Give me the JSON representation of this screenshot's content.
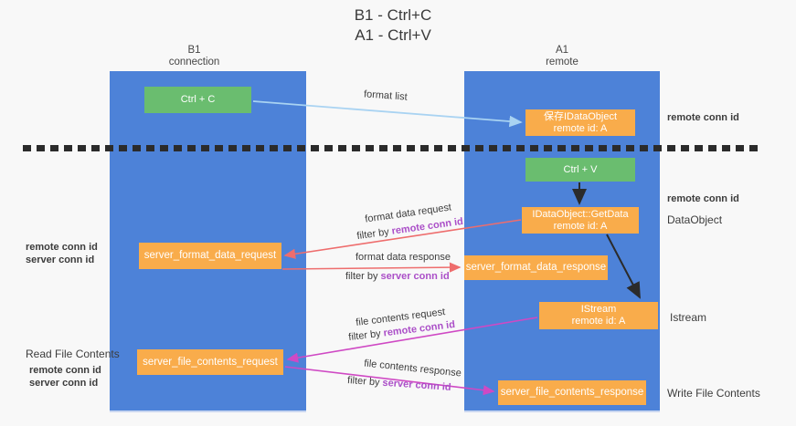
{
  "title": {
    "line1": "B1 - Ctrl+C",
    "line2": "A1 - Ctrl+V"
  },
  "columns": {
    "left": {
      "name": "B1",
      "subtitle": "connection"
    },
    "right": {
      "name": "A1",
      "subtitle": "remote"
    }
  },
  "nodes": {
    "ctrl_c": {
      "label": "Ctrl + C"
    },
    "save_idataobject": {
      "line1": "保存IDataObject",
      "line2": "remote id: A"
    },
    "ctrl_v": {
      "label": "Ctrl + V"
    },
    "idataobject_getdata": {
      "line1": "IDataObject::GetData",
      "line2": "remote id: A"
    },
    "server_format_data_request": {
      "label": "server_format_data_request"
    },
    "server_format_data_response": {
      "label": "server_format_data_response"
    },
    "istream": {
      "line1": "IStream",
      "line2": "remote id: A"
    },
    "server_file_contents_request": {
      "label": "server_file_contents_request"
    },
    "server_file_contents_response": {
      "label": "server_file_contents_response"
    }
  },
  "flow_labels": {
    "format_list": "format list",
    "format_data_request": "format data request",
    "format_data_response": "format data response",
    "file_contents_request": "file contents request",
    "file_contents_response": "file contents response",
    "filter_by": "filter by",
    "remote_conn_id": "remote conn id",
    "server_conn_id": "server conn id"
  },
  "side_labels": {
    "remote_conn_id_top_right": "remote conn id",
    "remote_conn_id_mid_right": "remote conn id",
    "dataobject": "DataObject",
    "istream": "Istream",
    "write_file_contents": "Write File Contents",
    "remote_conn_id_left": "remote conn id",
    "server_conn_id_left": "server conn id",
    "read_file_contents": "Read File Contents",
    "remote_conn_id_bottom_left": "remote conn id",
    "server_conn_id_bottom_left": "server conn id"
  },
  "colors": {
    "column_blue": "#4d82d8",
    "action_green": "#6abd6f",
    "node_orange": "#f9ac4b",
    "remote_purple": "#ab4fc8",
    "server_green": "#4caf50",
    "format_arrow_red": "#ee6d6d",
    "file_arrow_magenta": "#cf49c4",
    "format_list_blue": "#a9d3f2",
    "black_arrow": "#2b2b2b"
  }
}
